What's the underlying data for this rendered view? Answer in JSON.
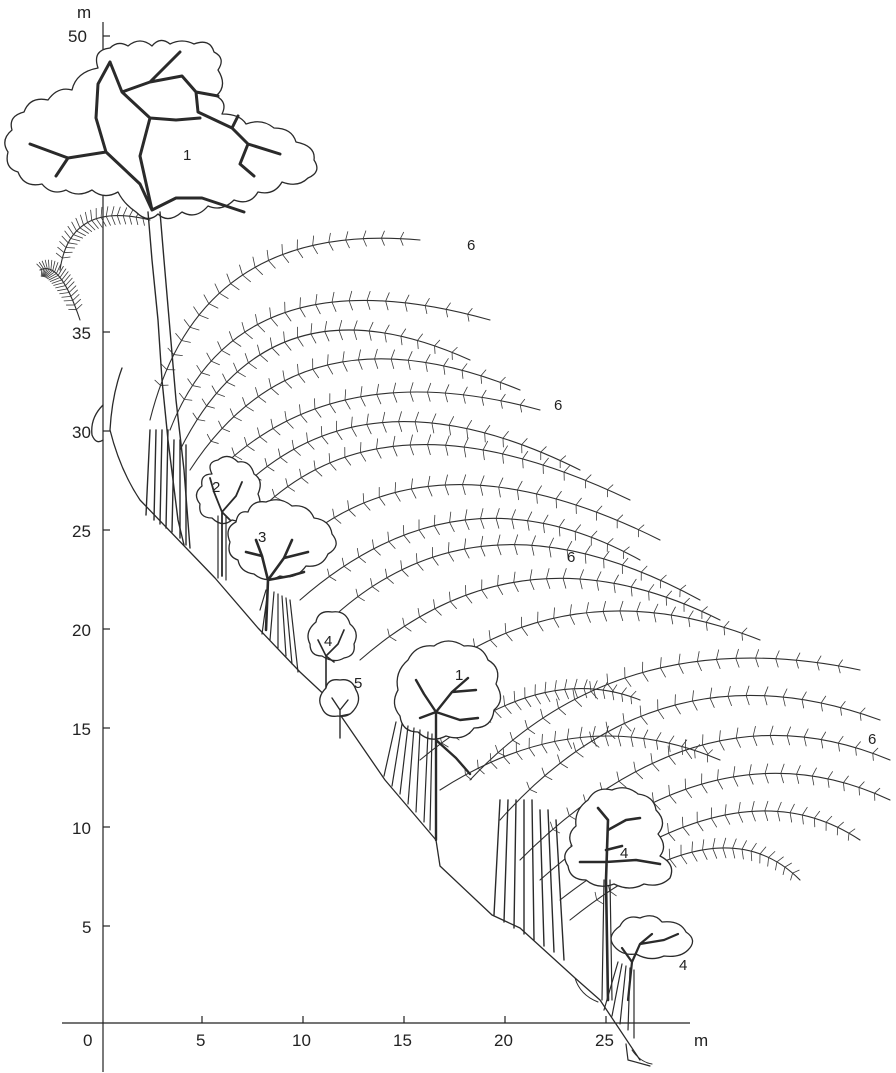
{
  "axes": {
    "y_unit": "m",
    "x_unit": "m",
    "origin_label": "0",
    "x_ticks": [
      "5",
      "10",
      "15",
      "20",
      "25"
    ],
    "y_ticks": [
      "5",
      "10",
      "15",
      "20",
      "25",
      "30",
      "35",
      "50"
    ]
  },
  "plant_labels": {
    "tree_1_top": "1",
    "tree_1_mid": "1",
    "tree_2": "2",
    "tree_3": "3",
    "tree_4_upper": "4",
    "tree_4_lower_a": "4",
    "tree_4_lower_b": "4",
    "tree_5": "5",
    "fern_6_a": "6",
    "fern_6_b": "6",
    "fern_6_c": "6",
    "fern_6_d": "6"
  }
}
